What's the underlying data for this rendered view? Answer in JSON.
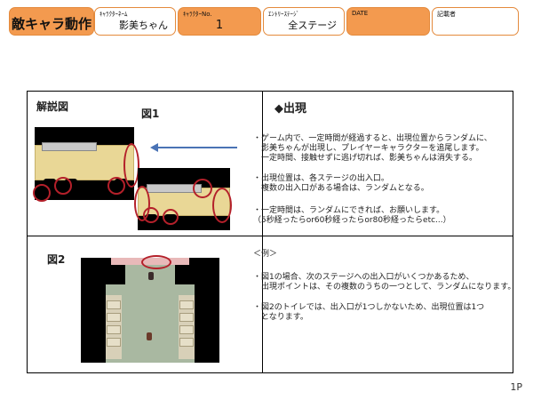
{
  "header": {
    "title": "敵キャラ動作",
    "name_label": "ｷｬﾗｸﾀｰﾈｰﾑ",
    "name_value": "影美ちゃん",
    "no_label": "ｷｬﾗｸﾀｰNo.",
    "no_value": "1",
    "entry_label": "ｴﾝﾄﾘｰｽﾃｰｼﾞ",
    "entry_value": "全ステージ",
    "date_label": "DATE",
    "author_label": "記載者"
  },
  "panel1": {
    "label": "解説図",
    "fig": "図1"
  },
  "appear": {
    "heading": "◆出現",
    "lines": [
      "・ゲーム内で、一定時間が経過すると、出現位置からランダムに、",
      "　影美ちゃんが出現し、プレイヤーキャラクターを追尾します。",
      "　一定時間、接触せずに逃げ切れば、影美ちゃんは消失する。",
      "・出現位置は、各ステージの出入口。",
      "　複数の出入口がある場合は、ランダムとなる。",
      "・一定時間は、ランダムにできれば、お願いします。",
      "（5秒経ったらor60秒経ったらor80秒経ったらetc...）"
    ]
  },
  "panel2": {
    "fig": "図2"
  },
  "example": {
    "heading": "＜例＞",
    "lines": [
      "・図1の場合、次のステージへの出入口がいくつかあるため、",
      "　出現ポイントは、その複数のうちの一つとして、ランダムになります。",
      "・図2のトイレでは、出入口が1つしかないため、出現位置は1つ",
      "　となります。"
    ]
  },
  "page_number": "1P",
  "colors": {
    "accent_orange": "#f39a4f",
    "circle_red": "#b4202a",
    "arrow_blue": "#4a73b5"
  }
}
